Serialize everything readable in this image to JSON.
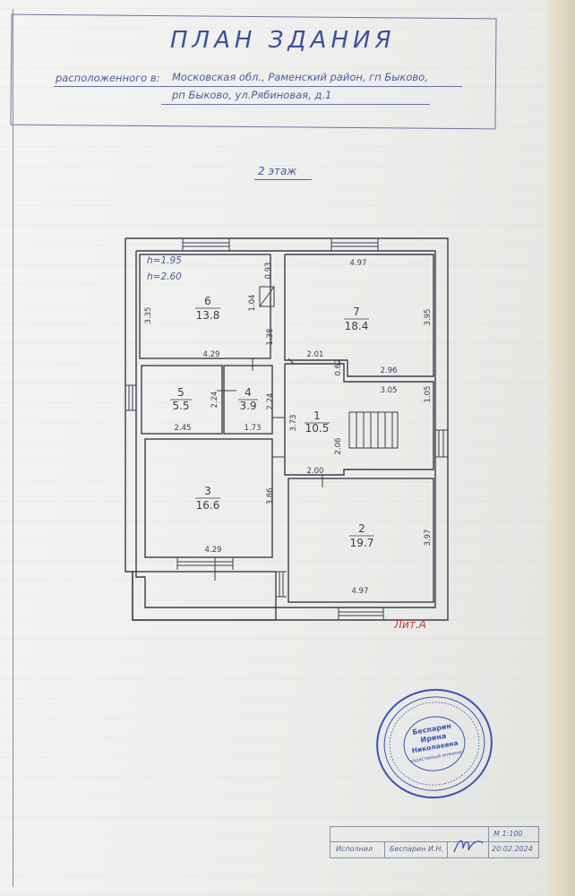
{
  "header": {
    "title": "ПЛАН ЗДАНИЯ",
    "address_label": "расположенного в:",
    "address_line1": "Московская обл., Раменский район, гп Быково,",
    "address_line2": "рп Быково, ул.Рябиновая, д.1"
  },
  "floor_label": "2 этаж",
  "heights": {
    "h1": "h=1.95",
    "h2": "h=2.60"
  },
  "rooms": [
    {
      "number": "1",
      "area": "10.5"
    },
    {
      "number": "2",
      "area": "19.7"
    },
    {
      "number": "3",
      "area": "16.6"
    },
    {
      "number": "4",
      "area": "3.9"
    },
    {
      "number": "5",
      "area": "5.5"
    },
    {
      "number": "6",
      "area": "13.8"
    },
    {
      "number": "7",
      "area": "18.4"
    }
  ],
  "dimensions": {
    "d_3_35": "3.35",
    "d_0_93": "0.93",
    "d_1_04": "1.04",
    "d_4_97_top": "4.97",
    "d_3_95": "3.95",
    "d_1_38": "1.38",
    "d_4_29_top": "4.29",
    "d_2_01": "2.01",
    "d_0_62": "0.62",
    "d_2_96": "2.96",
    "d_3_05": "3.05",
    "d_1_05": "1.05",
    "d_2_24_a": "2.24",
    "d_2_24_b": "2.24",
    "d_2_45": "2.45",
    "d_1_73": "1.73",
    "d_3_73": "3.73",
    "d_2_06": "2.06",
    "d_2_00": "2.00",
    "d_3_86": "3.86",
    "d_3_97": "3.97",
    "d_4_29_bottom": "4.29",
    "d_4_97_bottom": "4.97"
  },
  "lit": "Лит.А",
  "stamp": {
    "name_line1": "Беспарин",
    "name_line2": "Ирина",
    "name_line3": "Николаевна",
    "role": "кадастровый инженер"
  },
  "title_block": {
    "role": "Исполнил",
    "person": "Беспарин И.Н.",
    "scale": "М 1:100",
    "date": "20.02.2024"
  },
  "colors": {
    "ink_blue": "#4c5aa2",
    "wall": "#3a3d4d",
    "lit_red": "#c0392b",
    "stamp_blue": "#3b52b8"
  }
}
